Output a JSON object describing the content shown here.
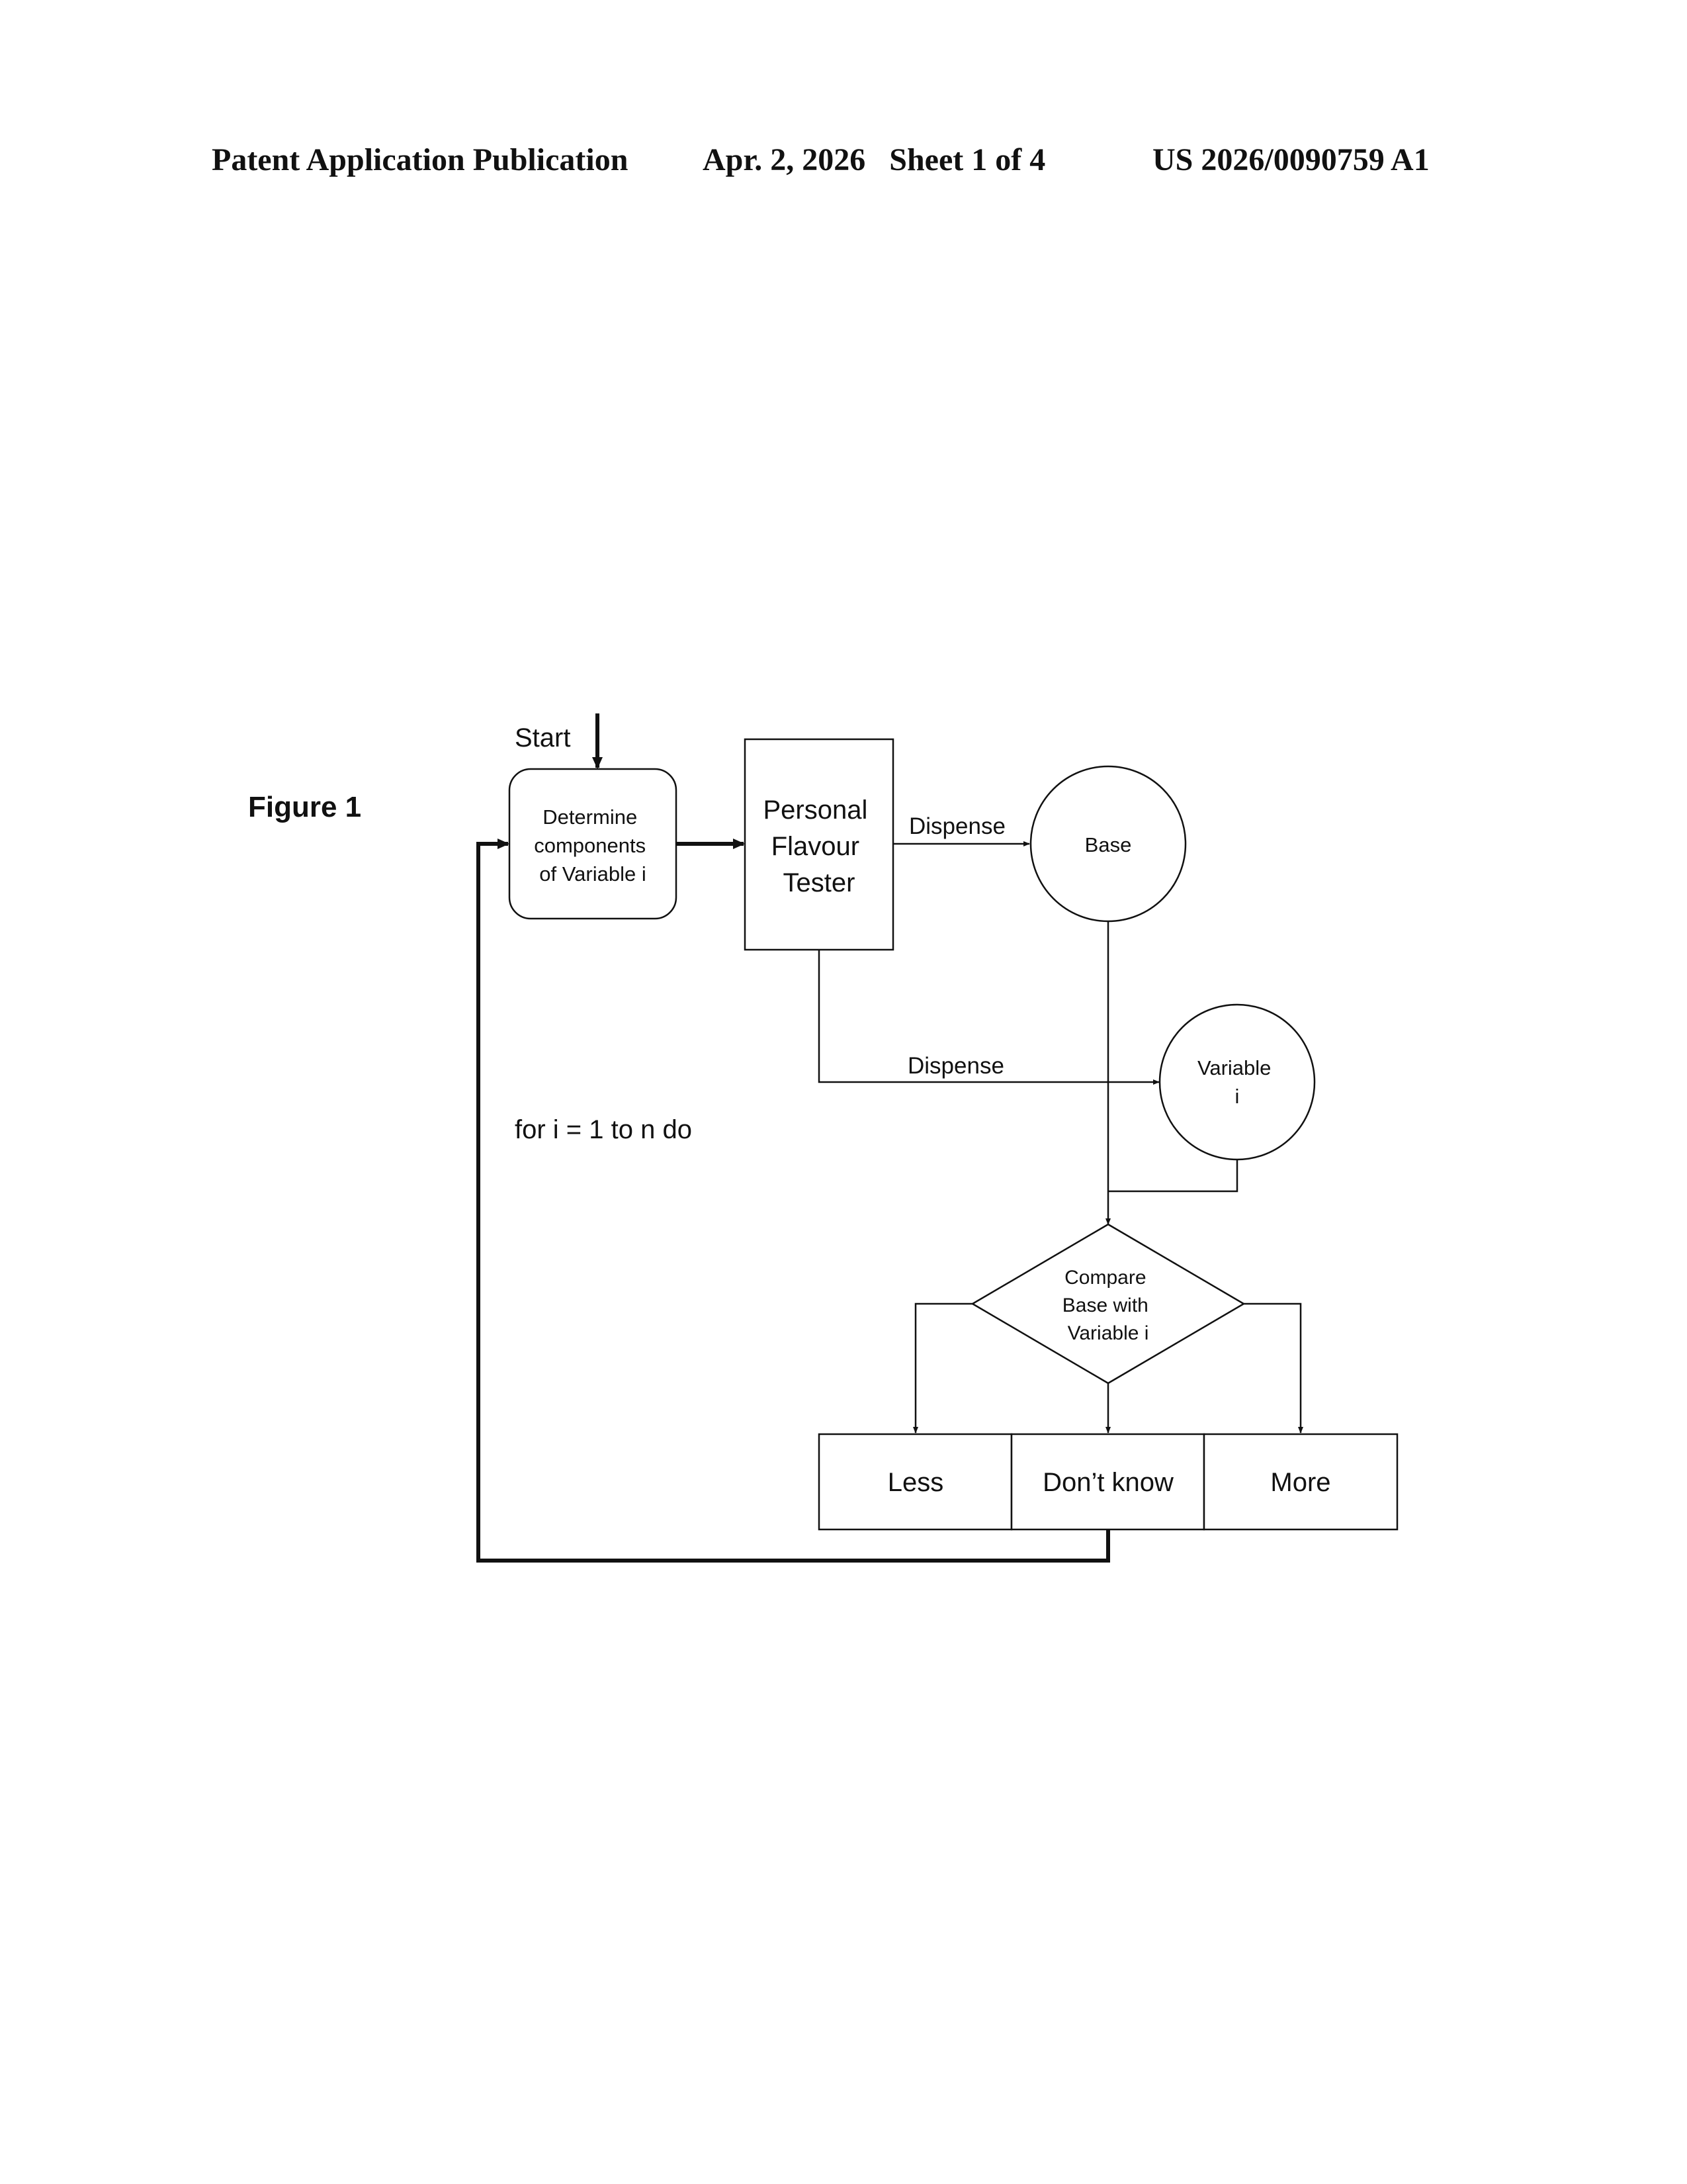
{
  "header": {
    "left": "Patent Application Publication",
    "middle": "Apr. 2, 2026   Sheet 1 of 4",
    "right": "US 2026/0090759 A1"
  },
  "figure": {
    "label": "Figure 1",
    "start_label": "Start",
    "loop_label": "for i = 1 to n do",
    "determine": [
      "Determine",
      "components",
      "of Variable i"
    ],
    "tester": [
      "Personal",
      "Flavour",
      "Tester"
    ],
    "dispense_top": "Dispense",
    "dispense_bottom": "Dispense",
    "base": "Base",
    "variable": [
      "Variable",
      "i"
    ],
    "compare": [
      "Compare",
      "Base with",
      "Variable i"
    ],
    "outcomes": {
      "less": "Less",
      "dont_know": "Don’t know",
      "more": "More"
    }
  }
}
